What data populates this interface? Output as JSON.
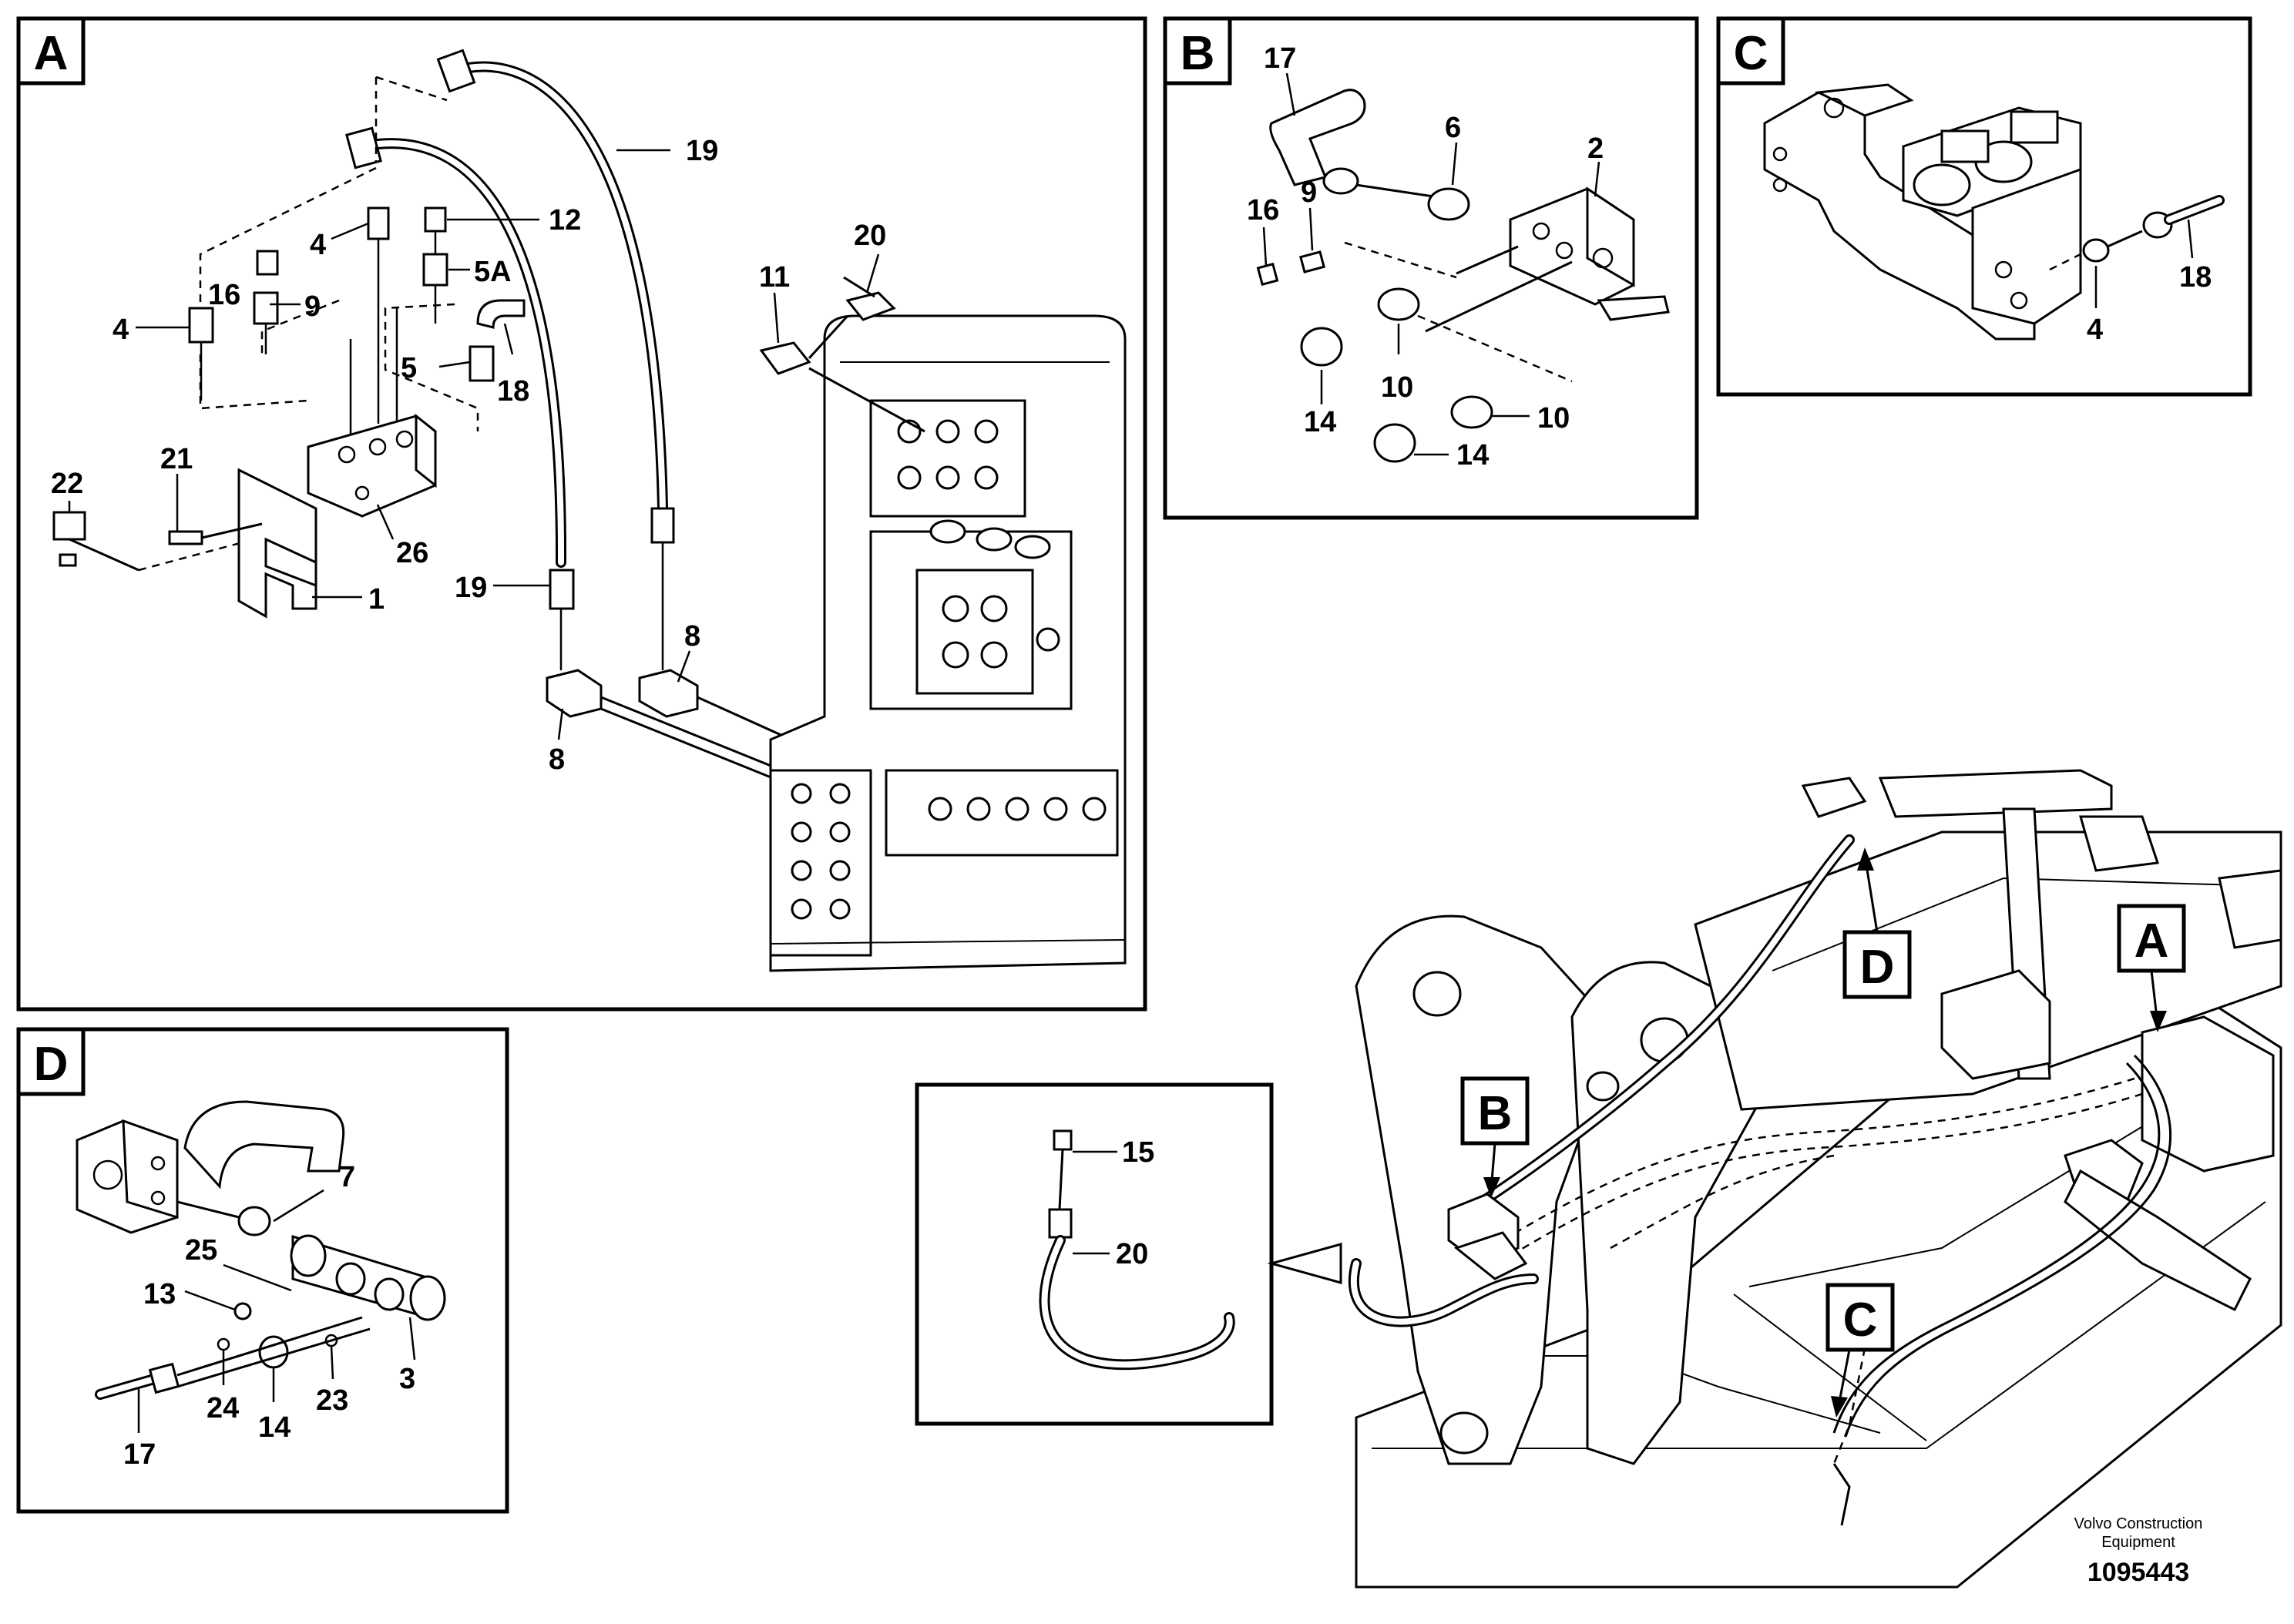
{
  "panels": {
    "A": {
      "label": "A",
      "callouts": [
        "19",
        "12",
        "4",
        "5A",
        "16",
        "9",
        "4",
        "5",
        "18",
        "20",
        "11",
        "22",
        "21",
        "26",
        "1",
        "19",
        "8",
        "8"
      ]
    },
    "B": {
      "label": "B",
      "callouts": [
        "17",
        "6",
        "2",
        "9",
        "16",
        "14",
        "10",
        "10",
        "14"
      ]
    },
    "C": {
      "label": "C",
      "callouts": [
        "4",
        "18"
      ]
    },
    "D": {
      "label": "D",
      "callouts": [
        "7",
        "25",
        "13",
        "3",
        "24",
        "14",
        "23",
        "17"
      ]
    },
    "detail": {
      "callouts": [
        "15",
        "20"
      ]
    }
  },
  "overview": {
    "labels": [
      "D",
      "A",
      "B",
      "C"
    ]
  },
  "brand": {
    "line1": "Volvo Construction",
    "line2": "Equipment"
  },
  "doc_number": "1095443",
  "icons": [
    "hydraulic-hose-icon",
    "valve-block-icon",
    "fitting-icon",
    "excavator-overview-icon"
  ]
}
